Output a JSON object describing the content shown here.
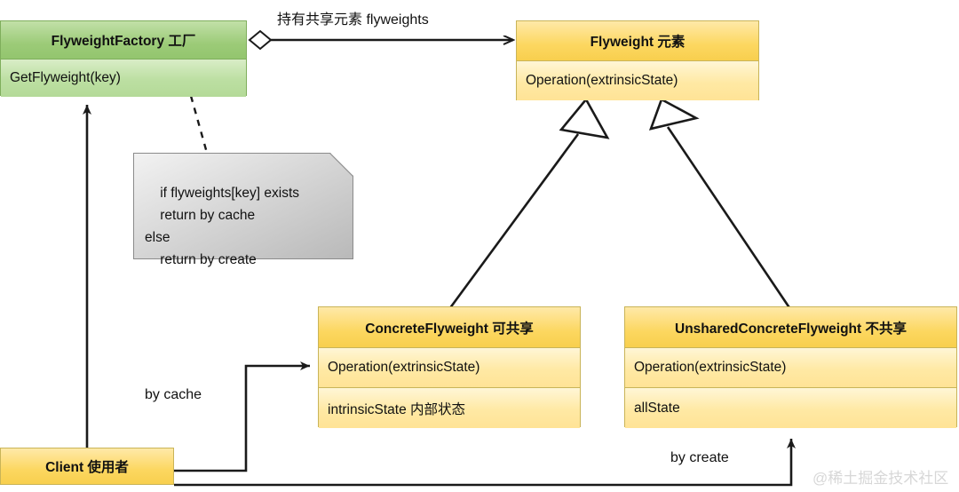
{
  "diagram": {
    "title": "Flyweight Pattern UML Class Diagram",
    "colors": {
      "class_border_yellow": "#c9b458",
      "class_border_green": "#7fae5c",
      "title_fill_yellow": "#fcd760",
      "member_fill_yellow": "#ffe9a4",
      "title_fill_green": "#9ccb78",
      "member_fill_green": "#bcdfa2",
      "note_fill": "#d8d8d8",
      "line": "#1a1a1a",
      "watermark": "#d7d7d7"
    },
    "classes": {
      "factory": {
        "name": "FlyweightFactory 工厂",
        "members": [
          "GetFlyweight(key)"
        ]
      },
      "flyweight": {
        "name": "Flyweight 元素",
        "members": [
          "Operation(extrinsicState)"
        ]
      },
      "concrete": {
        "name": "ConcreteFlyweight 可共享",
        "members": [
          "Operation(extrinsicState)",
          "intrinsicState 内部状态"
        ]
      },
      "unshared": {
        "name": "UnsharedConcreteFlyweight 不共享",
        "members": [
          "Operation(extrinsicState)",
          "allState"
        ]
      },
      "client": {
        "name": "Client 使用者",
        "members": []
      }
    },
    "note": {
      "lines": [
        "if flyweights[key] exists",
        "    return by cache",
        "else",
        "    return by create"
      ],
      "text": "if flyweights[key] exists\n    return by cache\nelse\n    return by create"
    },
    "edges": {
      "aggregation_label": "持有共享元素 flyweights",
      "by_cache_label": "by cache",
      "by_create_label": "by create"
    },
    "watermark": "@稀土掘金技术社区"
  }
}
